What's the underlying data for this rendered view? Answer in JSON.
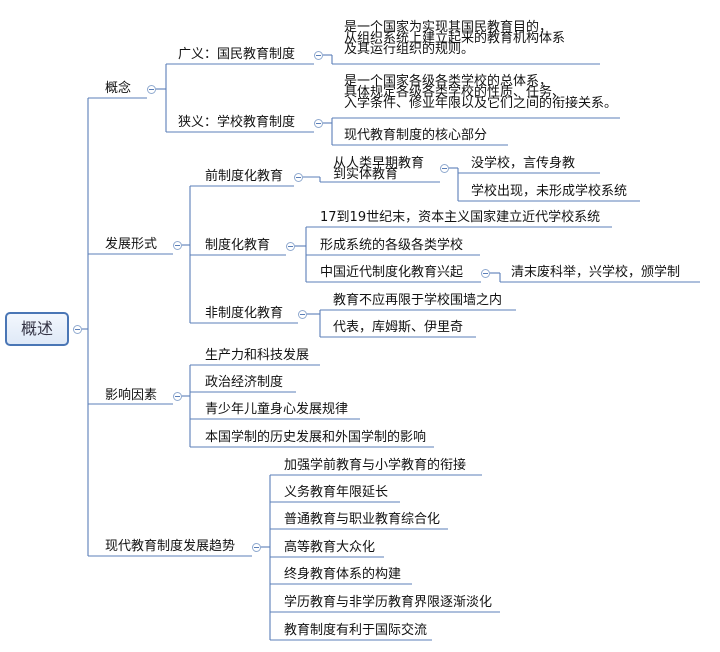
{
  "root": "概述",
  "concept": {
    "label": "概念",
    "broad": {
      "label": "广义：国民教育制度",
      "desc": [
        "是一个国家为实现其国民教育目的，",
        "从组织系统上建立起来的教育机构体系",
        "及其运行组织的规则。"
      ]
    },
    "narrow": {
      "label": "狭义：学校教育制度",
      "desc": [
        "是一个国家各级各类学校的总体系，",
        "具体规定各级各类学校的性质、任务、",
        "入学条件、修业年限以及它们之间的衔接关系。"
      ],
      "core": "现代教育制度的核心部分"
    }
  },
  "forms": {
    "label": "发展形式",
    "pre": {
      "label": "前制度化教育",
      "sub": [
        "从人类早期教育",
        "到实体教育"
      ],
      "items": [
        "没学校，言传身教",
        "学校出现，未形成学校系统"
      ]
    },
    "inst": {
      "label": "制度化教育",
      "items": [
        "17到19世纪末，资本主义国家建立近代学校系统",
        "形成系统的各级各类学校",
        "中国近代制度化教育兴起"
      ],
      "china": "清末废科举，兴学校，颁学制"
    },
    "non": {
      "label": "非制度化教育",
      "items": [
        "教育不应再限于学校围墙之内",
        "代表，库姆斯、伊里奇"
      ]
    }
  },
  "factors": {
    "label": "影响因素",
    "items": [
      "生产力和科技发展",
      "政治经济制度",
      "青少年儿童身心发展规律",
      "本国学制的历史发展和外国学制的影响"
    ]
  },
  "trends": {
    "label": "现代教育制度发展趋势",
    "items": [
      "加强学前教育与小学教育的衔接",
      "义务教育年限延长",
      "普通教育与职业教育综合化",
      "高等教育大众化",
      "终身教育体系的构建",
      "学历教育与非学历教育界限逐渐淡化",
      "教育制度有利于国际交流"
    ]
  },
  "colors": {
    "line": "#5b7fb8",
    "rootBorder": "#4a76b5"
  }
}
